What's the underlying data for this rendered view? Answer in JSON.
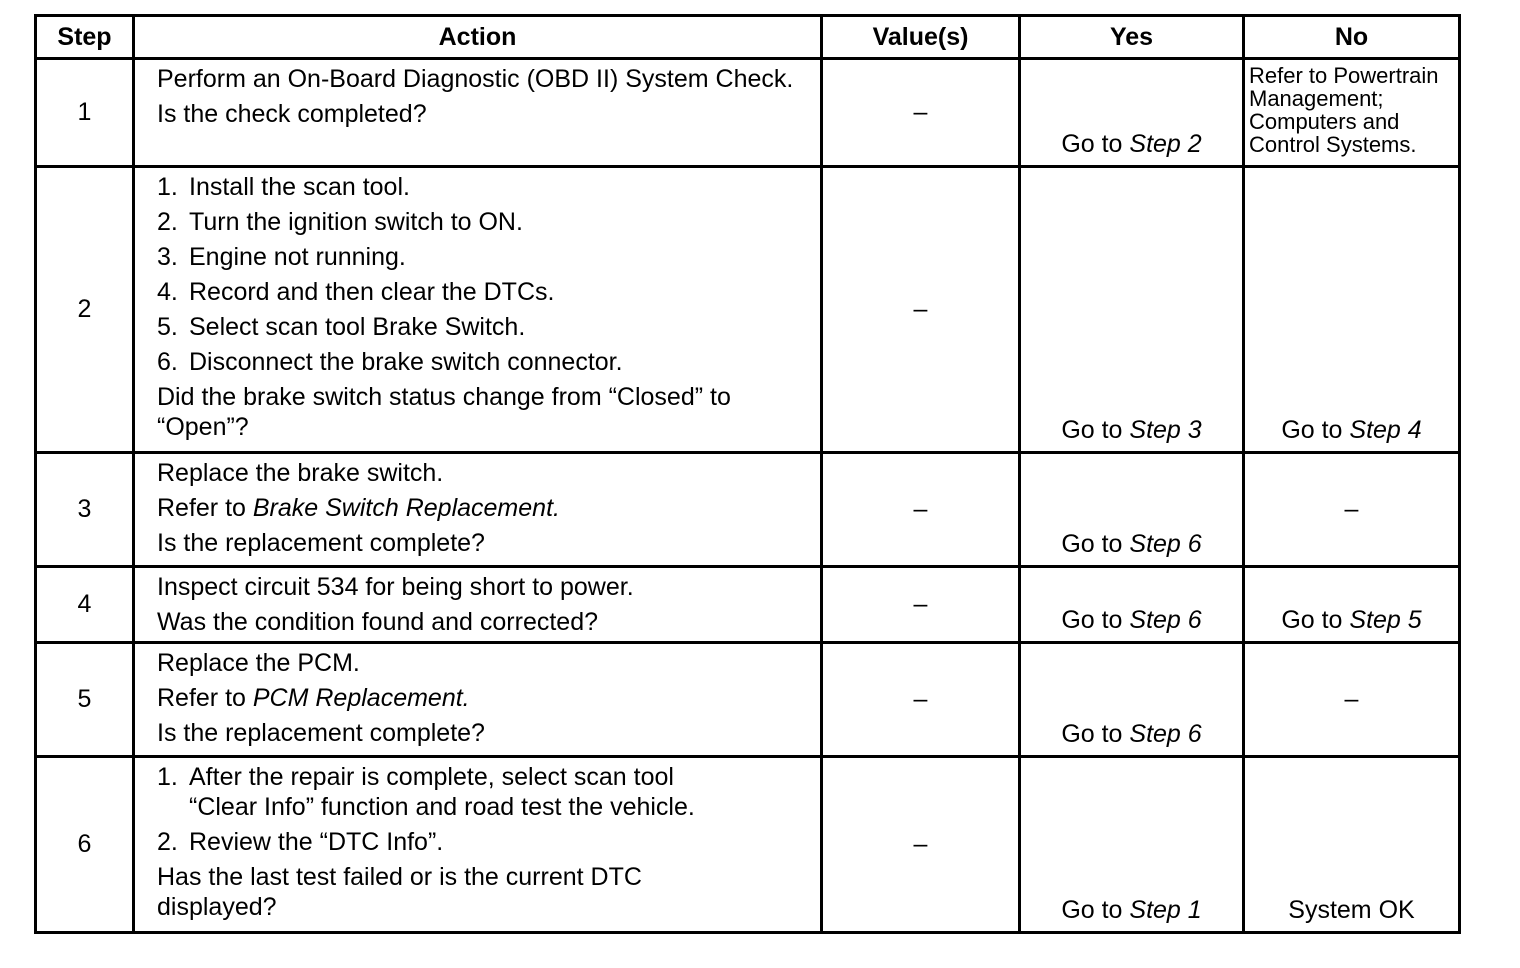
{
  "headers": {
    "step": "Step",
    "action": "Action",
    "values": "Value(s)",
    "yes": "Yes",
    "no": "No"
  },
  "rows": [
    {
      "step": "1",
      "action": {
        "l1": "Perform an On-Board Diagnostic (OBD II) System Check.",
        "l2": "Is the check completed?"
      },
      "value": "–",
      "yes": {
        "pre": "Go to ",
        "ref": "Step 2"
      },
      "no": "Refer to Powertrain Management; Computers and Control Systems."
    },
    {
      "step": "2",
      "action": {
        "items": [
          "Install the scan tool.",
          "Turn the ignition switch to ON.",
          "Engine not running.",
          "Record and then clear the DTCs.",
          "Select scan tool Brake Switch.",
          "Disconnect the brake switch connector."
        ],
        "nums": [
          "1.",
          "2.",
          "3.",
          "4.",
          "5.",
          "6."
        ],
        "question": "Did the brake switch status change from “Closed” to “Open”?"
      },
      "value": "–",
      "yes": {
        "pre": "Go to ",
        "ref": "Step 3"
      },
      "no": {
        "pre": "Go to ",
        "ref": "Step 4"
      }
    },
    {
      "step": "3",
      "action": {
        "l1": "Replace the brake switch.",
        "l2_pre": "Refer to ",
        "l2_ref": "Brake Switch Replacement.",
        "l3": "Is the replacement complete?"
      },
      "value": "–",
      "yes": {
        "pre": "Go to ",
        "ref": "Step 6"
      },
      "no": "–"
    },
    {
      "step": "4",
      "action": {
        "l1": "Inspect circuit 534 for being short to power.",
        "l2": "Was the condition found and corrected?"
      },
      "value": "–",
      "yes": {
        "pre": "Go to ",
        "ref": "Step 6"
      },
      "no": {
        "pre": "Go to ",
        "ref": "Step 5"
      }
    },
    {
      "step": "5",
      "action": {
        "l1": "Replace the PCM.",
        "l2_pre": "Refer to ",
        "l2_ref": "PCM Replacement.",
        "l3": "Is the replacement complete?"
      },
      "value": "–",
      "yes": {
        "pre": "Go to ",
        "ref": "Step 6"
      },
      "no": "–"
    },
    {
      "step": "6",
      "action": {
        "n1": "1.",
        "i1a": "After the repair is complete, select scan tool",
        "i1b": "“Clear Info” function and road test the vehicle.",
        "n2": "2.",
        "i2": "Review the “DTC Info”.",
        "question": "Has the last test failed or is the current DTC displayed?"
      },
      "value": "–",
      "yes": {
        "pre": "Go to ",
        "ref": "Step 1"
      },
      "no": "System OK"
    }
  ]
}
